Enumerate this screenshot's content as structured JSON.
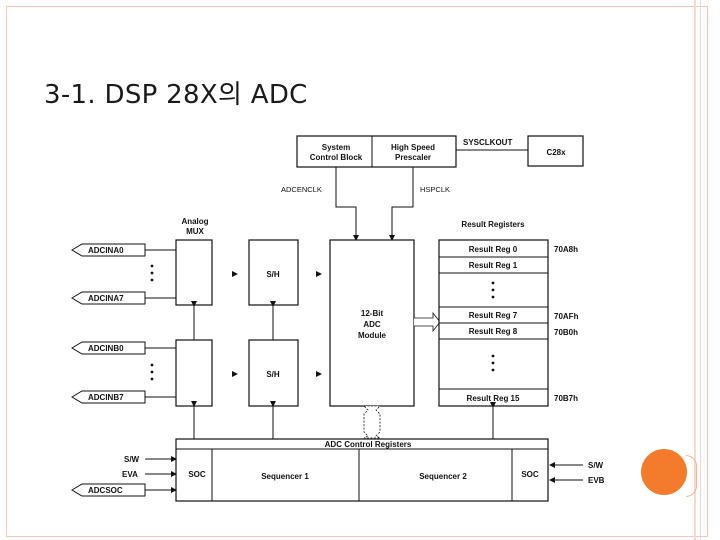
{
  "slide": {
    "title": "3-1. DSP 28X의 ADC"
  },
  "diagram": {
    "system_control_line1": "System",
    "system_control_line2": "Control Block",
    "prescaler_line1": "High Speed",
    "prescaler_line2": "Prescaler",
    "sysclkout": "SYSCLKOUT",
    "c28x": "C28x",
    "adcenclk": "ADCENCLK",
    "hspclk": "HSPCLK",
    "analog_mux_line1": "Analog",
    "analog_mux_line2": "MUX",
    "result_registers": "Result Registers",
    "adcina0": "ADCINA0",
    "adcina7": "ADCINA7",
    "adcinb0": "ADCINB0",
    "adcinb7": "ADCINB7",
    "sh_top": "S/H",
    "sh_bottom": "S/H",
    "adc_module_line1": "12-Bit",
    "adc_module_line2": "ADC",
    "adc_module_line3": "Module",
    "result_reg_0": "Result Reg 0",
    "result_reg_1": "Result Reg 1",
    "result_reg_7": "Result Reg 7",
    "result_reg_8": "Result Reg 8",
    "result_reg_15": "Result Reg 15",
    "addr_70a8": "70A8h",
    "addr_70af": "70AFh",
    "addr_70b0": "70B0h",
    "addr_70b7": "70B7h",
    "adc_control_registers": "ADC Control Registers",
    "sw_left": "S/W",
    "eva": "EVA",
    "adcsoc": "ADCSOC",
    "soc_left": "SOC",
    "sequencer_1": "Sequencer 1",
    "sequencer_2": "Sequencer 2",
    "soc_right": "SOC",
    "sw_right": "S/W",
    "evb": "EVB"
  }
}
